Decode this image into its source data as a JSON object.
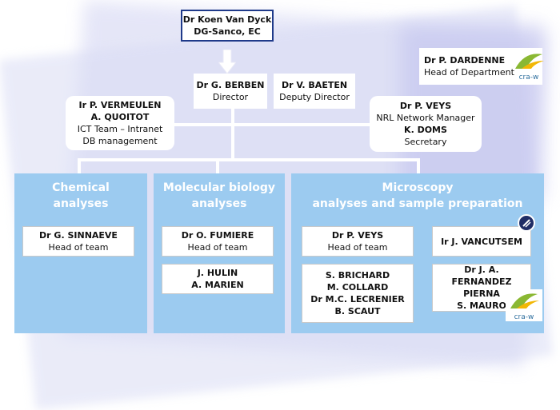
{
  "top_node": {
    "name": "Dr Koen Van Dyck",
    "org": "DG-Sanco, EC"
  },
  "director": {
    "name": "Dr G. BERBEN",
    "role": "Director"
  },
  "deputy": {
    "name": "Dr V. BAETEN",
    "role": "Deputy Director"
  },
  "head_dept": {
    "name": "Dr P. DARDENNE",
    "role": "Head of Department"
  },
  "ict": {
    "name1": "Ir P. VERMEULEN",
    "name2": "A. QUOITOT",
    "role1": "ICT Team – Intranet",
    "role2": "DB management"
  },
  "nrl": {
    "name1": "Dr P. VEYS",
    "role1": "NRL Network Manager",
    "name2": "K. DOMS",
    "role2": "Secretary"
  },
  "logo_text": "cra-w",
  "panels": {
    "chemical": {
      "title1": "Chemical",
      "title2": "analyses",
      "head": {
        "name": "Dr G. SINNAEVE",
        "role": "Head of team"
      }
    },
    "molecular": {
      "title1": "Molecular biology",
      "title2": "analyses",
      "head": {
        "name": "Dr O. FUMIERE",
        "role": "Head of team"
      },
      "staff": [
        "J. HULIN",
        "A. MARIEN"
      ]
    },
    "microscopy": {
      "title1": "Microscopy",
      "title2": "analyses and sample preparation",
      "head": {
        "name": "Dr P. VEYS",
        "role": "Head of team"
      },
      "staff": [
        "S. BRICHARD",
        "M. COLLARD",
        "Dr M.C. LECRENIER",
        "B. SCAUT"
      ],
      "vancutsem": "Ir J. VANCUTSEM",
      "fernandez": [
        "Dr J. A. FERNANDEZ",
        "PIERNA",
        "S. MAURO"
      ]
    }
  }
}
